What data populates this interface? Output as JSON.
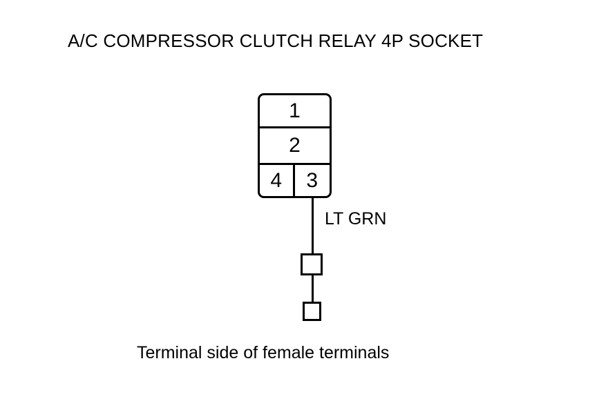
{
  "diagram": {
    "title": "A/C COMPRESSOR CLUTCH RELAY 4P SOCKET",
    "caption": "Terminal side of female terminals",
    "line_color": "#000000",
    "background_color": "#ffffff",
    "connector": {
      "cavity_count": 4,
      "rows": [
        {
          "cells": [
            {
              "number": "1"
            }
          ]
        },
        {
          "cells": [
            {
              "number": "2"
            }
          ]
        },
        {
          "cells": [
            {
              "number": "4"
            },
            {
              "number": "3"
            }
          ]
        }
      ]
    },
    "wires": [
      {
        "label": "LT GRN",
        "from_cavity": "3",
        "terminals": [
          {
            "shape": "blade-large"
          },
          {
            "shape": "blade-small"
          }
        ]
      }
    ]
  }
}
